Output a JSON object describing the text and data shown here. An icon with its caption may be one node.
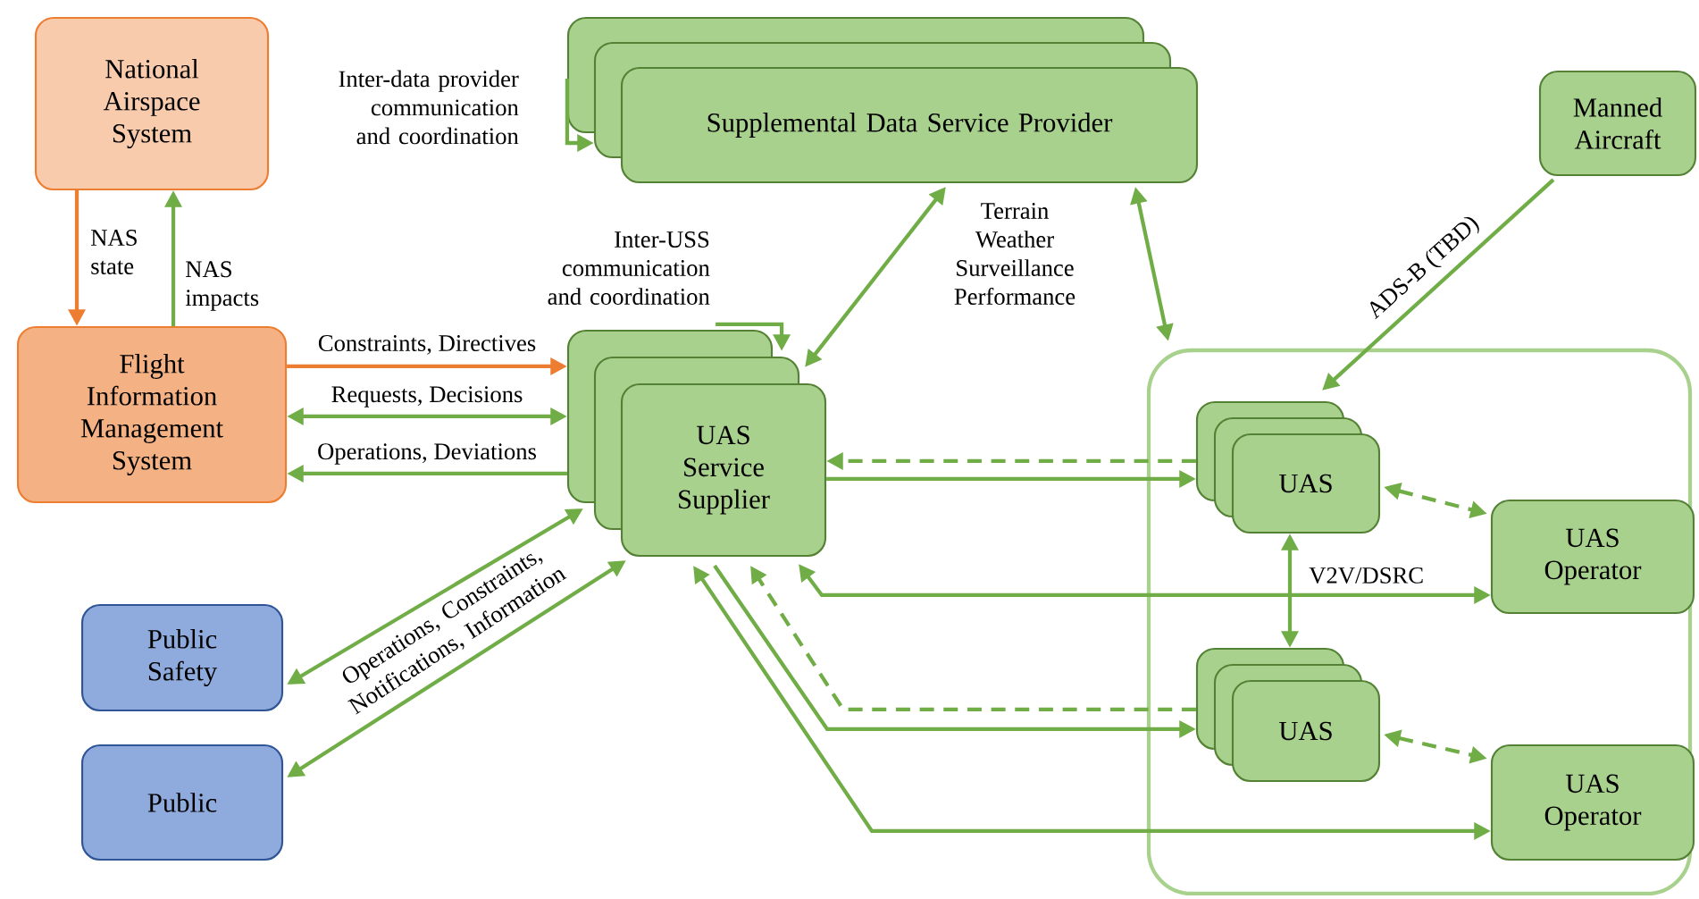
{
  "diagram": {
    "nodes": [
      {
        "text": [
          "National Airspace System"
        ]
      },
      {
        "text": [
          "Flight Information Management System"
        ]
      },
      {
        "text": [
          "Supplemental Data Service Provider"
        ]
      },
      {
        "text": [
          "UAS Service Supplier"
        ]
      },
      {
        "text": [
          "Public Safety"
        ]
      },
      {
        "text": [
          "Public"
        ]
      },
      {
        "text": [
          "Manned Aircraft"
        ]
      },
      {
        "text": [],
        "shape": "box"
      },
      {
        "text": [
          "UAS"
        ],
        "in": 7
      },
      {
        "text": [
          "UAS Operator"
        ],
        "in": 7
      },
      {
        "text": [
          "UAS"
        ],
        "in": 7
      },
      {
        "text": [
          "UAS Operator"
        ],
        "in": 7
      }
    ],
    "edges": [
      {
        "from": 0,
        "to": 1,
        "arrow": "to",
        "label": "NAS state",
        "color": "#ed7d31"
      },
      {
        "from": 1,
        "to": 0,
        "arrow": "to",
        "label": "NAS impacts"
      },
      {
        "from": 1,
        "to": 3,
        "arrow": "to",
        "label": "Constraints, Directives",
        "color": "#ed7d31"
      },
      {
        "from": 1,
        "to": 3,
        "arrow": "both",
        "label": "Requests, Decisions"
      },
      {
        "from": 3,
        "to": 1,
        "arrow": "to",
        "label": "Operations, Deviations"
      },
      {
        "from": 2,
        "to": 2,
        "arrow": "to",
        "label": "Inter-data provider communication and coordination"
      },
      {
        "from": 3,
        "to": 3,
        "arrow": "to",
        "label": "Inter-USS communication and coordination"
      },
      {
        "from": 3,
        "to": 2,
        "arrow": "both",
        "label": "Terrain Weather Surveillance Performance"
      },
      {
        "from": 2,
        "to": 7,
        "arrow": "both"
      },
      {
        "from": 6,
        "to": 8,
        "arrow": "to",
        "label": "ADS-B (TBD)"
      },
      {
        "from": 8,
        "to": 3,
        "arrow": "to",
        "style": "dashed"
      },
      {
        "from": 3,
        "to": 8,
        "arrow": "to"
      },
      {
        "from": 8,
        "to": 9,
        "arrow": "both",
        "style": "dashed"
      },
      {
        "from": 8,
        "to": 10,
        "arrow": "both",
        "label": "V2V/DSRC"
      },
      {
        "from": 3,
        "to": 9,
        "arrow": "both"
      },
      {
        "from": 10,
        "to": 3,
        "arrow": "to",
        "style": "dashed"
      },
      {
        "from": 3,
        "to": 10,
        "arrow": "to"
      },
      {
        "from": 3,
        "to": 11,
        "arrow": "both"
      },
      {
        "from": 10,
        "to": 11,
        "arrow": "both",
        "style": "dashed"
      },
      {
        "from": 4,
        "to": 3,
        "arrow": "both",
        "label": "Operations, Constraints, Notifications, Information"
      },
      {
        "from": 5,
        "to": 3,
        "arrow": "both"
      }
    ]
  }
}
